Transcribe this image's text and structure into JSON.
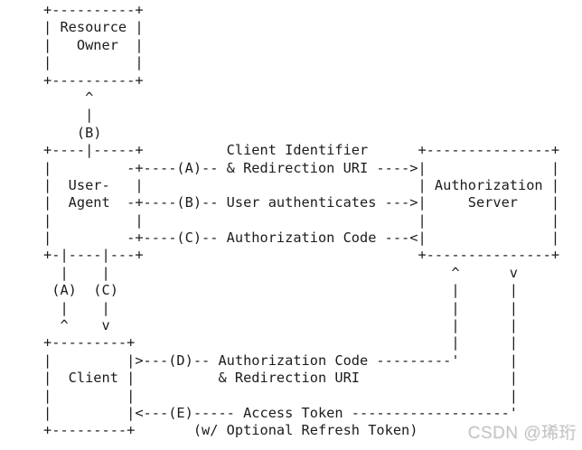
{
  "colors": {
    "background": "#ffffff",
    "diagram_text": "#1c1c1c",
    "watermark_text": "#c4c4c4"
  },
  "diagram": {
    "entities": [
      "Resource Owner",
      "User-Agent",
      "Authorization Server",
      "Client"
    ],
    "steps": [
      {
        "label": "(A)",
        "text": "Client Identifier & Redirection URI"
      },
      {
        "label": "(B)",
        "text": "User authenticates"
      },
      {
        "label": "(C)",
        "text": "Authorization Code"
      },
      {
        "label": "(D)",
        "text": "Authorization Code & Redirection URI"
      },
      {
        "label": "(E)",
        "text": "Access Token (w/ Optional Refresh Token)"
      }
    ],
    "ascii_lines": [
      "     +----------+",
      "     | Resource |",
      "     |   Owner  |",
      "     |          |",
      "     +----------+",
      "          ^",
      "          |",
      "         (B)",
      "     +----|-----+          Client Identifier      +---------------+",
      "     |         -+----(A)-- & Redirection URI ---->|               |",
      "     |  User-   |                                 | Authorization |",
      "     |  Agent  -+----(B)-- User authenticates --->|     Server    |",
      "     |          |                                 |               |",
      "     |         -+----(C)-- Authorization Code ---<|               |",
      "     +-|----|---+                                 +---------------+",
      "       |    |                                         ^      v",
      "      (A)  (C)                                        |      |",
      "       |    |                                         |      |",
      "       ^    v                                         |      |",
      "     +---------+                                      |      |",
      "     |         |>---(D)-- Authorization Code ---------'      |",
      "     |  Client |          & Redirection URI                  |",
      "     |         |                                             |",
      "     |         |<---(E)----- Access Token -------------------'",
      "     +---------+       (w/ Optional Refresh Token)"
    ]
  },
  "watermark": {
    "text": "CSDN @琋珩"
  }
}
